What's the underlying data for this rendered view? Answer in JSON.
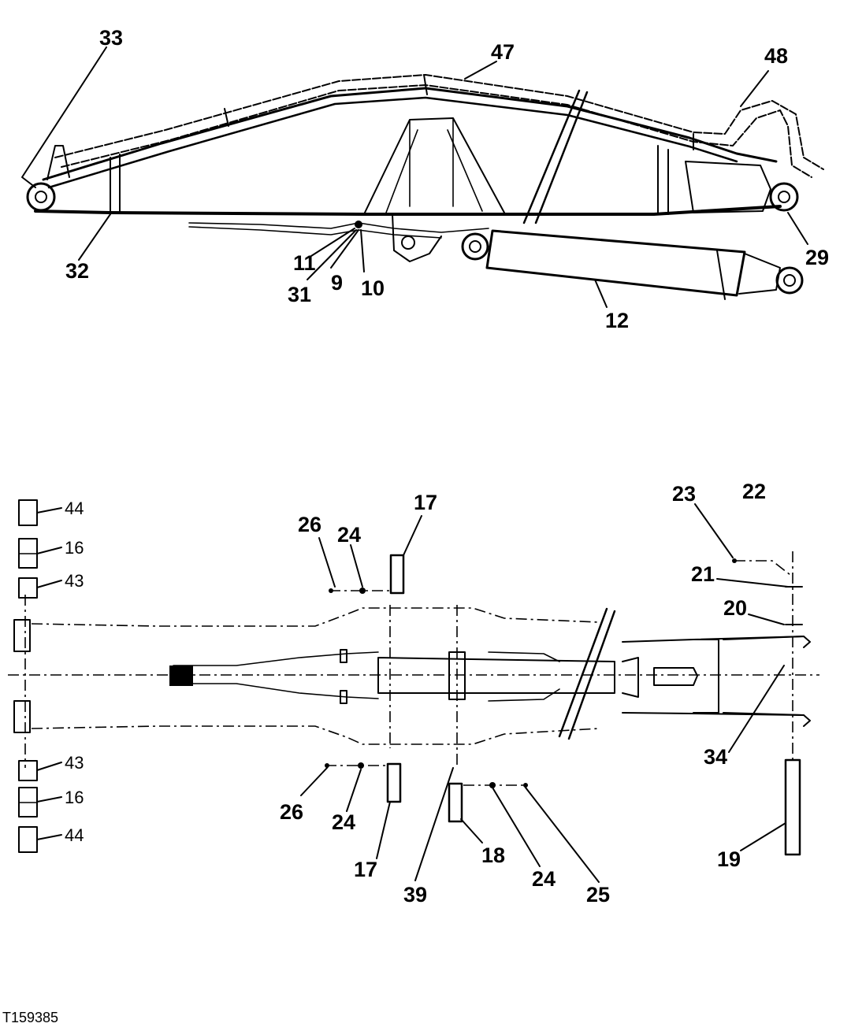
{
  "figure_code": "T159385",
  "side_view": {
    "callouts": [
      {
        "id": "c33",
        "text": "33"
      },
      {
        "id": "c47",
        "text": "47"
      },
      {
        "id": "c48",
        "text": "48"
      },
      {
        "id": "c32",
        "text": "32"
      },
      {
        "id": "c11",
        "text": "11"
      },
      {
        "id": "c9",
        "text": "9"
      },
      {
        "id": "c31",
        "text": "31"
      },
      {
        "id": "c10",
        "text": "10"
      },
      {
        "id": "c12",
        "text": "12"
      },
      {
        "id": "c29",
        "text": "29"
      }
    ]
  },
  "top_view": {
    "callouts": [
      {
        "id": "c44a",
        "text": "44"
      },
      {
        "id": "c16a",
        "text": "16"
      },
      {
        "id": "c43a",
        "text": "43"
      },
      {
        "id": "c43b",
        "text": "43"
      },
      {
        "id": "c16b",
        "text": "16"
      },
      {
        "id": "c44b",
        "text": "44"
      },
      {
        "id": "c26a",
        "text": "26"
      },
      {
        "id": "c24a",
        "text": "24"
      },
      {
        "id": "c17a",
        "text": "17"
      },
      {
        "id": "c26b",
        "text": "26"
      },
      {
        "id": "c24b",
        "text": "24"
      },
      {
        "id": "c17b",
        "text": "17"
      },
      {
        "id": "c39",
        "text": "39"
      },
      {
        "id": "c18",
        "text": "18"
      },
      {
        "id": "c24c",
        "text": "24"
      },
      {
        "id": "c25",
        "text": "25"
      },
      {
        "id": "c23",
        "text": "23"
      },
      {
        "id": "c22",
        "text": "22"
      },
      {
        "id": "c21",
        "text": "21"
      },
      {
        "id": "c20",
        "text": "20"
      },
      {
        "id": "c34",
        "text": "34"
      },
      {
        "id": "c19",
        "text": "19"
      }
    ]
  }
}
